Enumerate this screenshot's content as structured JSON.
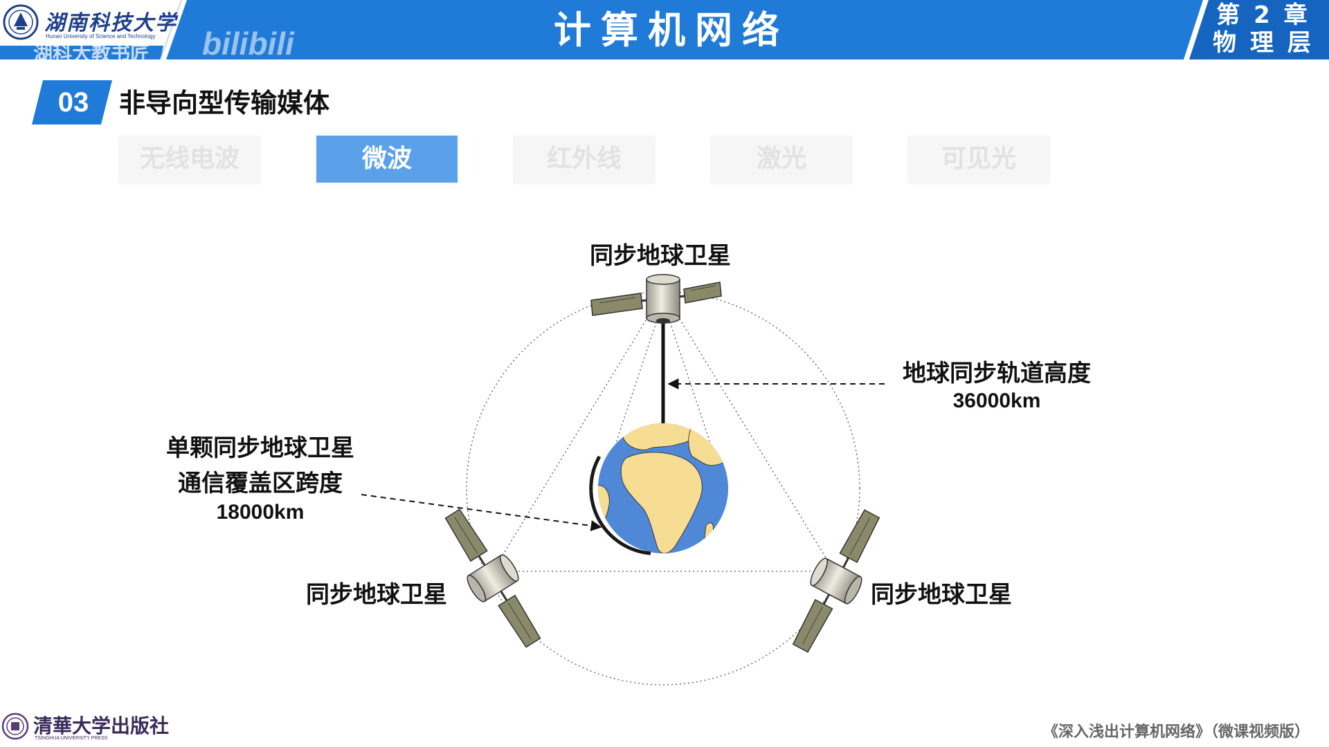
{
  "header": {
    "title": "计算机网络",
    "chapter_line1": "第 2 章",
    "chapter_line2": "物 理 层",
    "university_cn": "湖南科技大学",
    "university_en": "Hunan University of Science and Technology",
    "watermark": "湖科大教书匠",
    "platform_logo": "bilibili",
    "colors": {
      "bar": "#1f7ad8",
      "chapter_block": "#1565c0"
    }
  },
  "section": {
    "number": "03",
    "title": "非导向型传输媒体",
    "badge_color": "#1f7ad8"
  },
  "tabs": [
    {
      "label": "无线电波",
      "active": false
    },
    {
      "label": "微波",
      "active": true
    },
    {
      "label": "红外线",
      "active": false
    },
    {
      "label": "激光",
      "active": false
    },
    {
      "label": "可见光",
      "active": false
    }
  ],
  "diagram": {
    "satellite_top_label": "同步地球卫星",
    "satellite_left_label": "同步地球卫星",
    "satellite_right_label": "同步地球卫星",
    "orbit_height_label": "地球同步轨道高度",
    "orbit_height_value": "36000km",
    "coverage_label_line1": "单颗同步地球卫星",
    "coverage_label_line2": "通信覆盖区跨度",
    "coverage_value": "18000km",
    "colors": {
      "ocean": "#4e88d6",
      "land": "#f7dc93",
      "satellite_body": "#d9d6c8",
      "solar_panel": "#8a8a6a"
    }
  },
  "footer": {
    "publisher_cn": "清華大学出版社",
    "publisher_en": "TSINGHUA UNIVERSITY PRESS",
    "book_title": "《深入浅出计算机网络》（微课视频版）"
  }
}
